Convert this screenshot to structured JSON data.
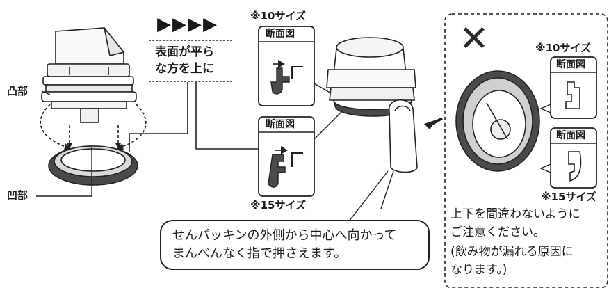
{
  "labels": {
    "convex": "凸部",
    "concave": "凹部",
    "arrows": "▶▶▶▶",
    "flat_side_line1": "表面が平ら",
    "flat_side_line2": "な方を上に",
    "size10_top": "※10サイズ",
    "size15_bottom": "※15サイズ",
    "section_view": "断面図",
    "size10_right": "※10サイズ",
    "size15_right": "※15サイズ"
  },
  "instruction": {
    "line1": "せんパッキンの外側から中心へ向かって",
    "line2": "まんべんなく指で押さえます。"
  },
  "warning": {
    "mark": "✕",
    "line1": "上下を間違わないように",
    "line2": "ご注意ください。",
    "line3": "(飲み物が漏れる原因に",
    "line4": "なります。)"
  },
  "colors": {
    "line": "#222222",
    "gasket_dark": "#4a4a4a",
    "gasket_light": "#d8d8d8",
    "body_gray": "#efefef"
  }
}
